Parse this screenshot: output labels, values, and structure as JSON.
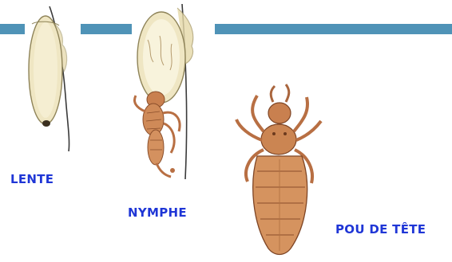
{
  "labels": {
    "lente": "LENTE",
    "nymphe": "NYMPHE",
    "pou": "POU DE TÊTE"
  },
  "colors": {
    "rule": "#4f93b7",
    "label_text": "#1f36d6",
    "egg_shell": "#efe6c3",
    "body_brown": "#c9804f",
    "leg_brown": "#b86f43"
  },
  "icons": {
    "nit": "nit-egg-illustration",
    "nymph": "nymph-hatching-illustration",
    "louse": "head-louse-illustration"
  }
}
